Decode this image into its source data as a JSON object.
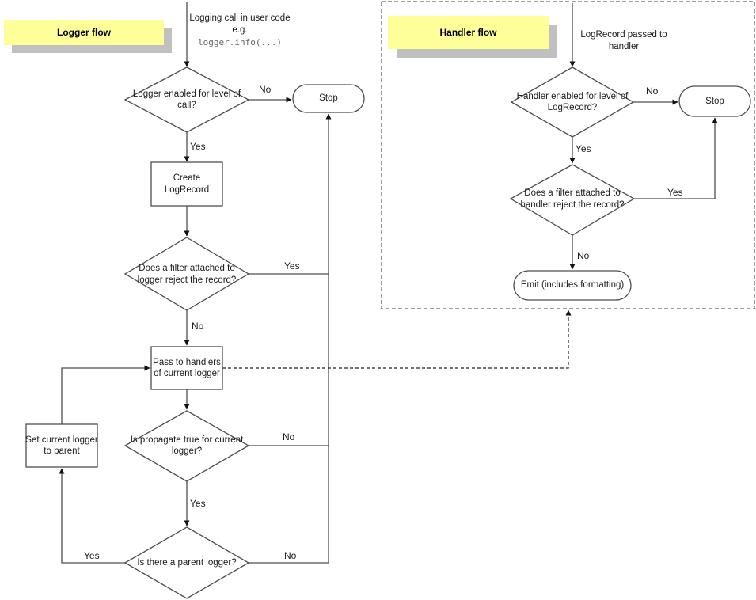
{
  "diagram": {
    "logger_flow": {
      "title": "Logger flow",
      "caption_text": "Logging call in user code",
      "caption_eg": "e.g.",
      "caption_code": "logger.info(...)",
      "nodes": {
        "enabled_q": "Logger enabled for level of call?",
        "stop": "Stop",
        "create_record": "Create LogRecord",
        "filter_q": "Does a filter attached to logger reject the record?",
        "pass_handlers": "Pass to handlers of current logger",
        "propagate_q": "Is propagate true for current logger?",
        "parent_q": "Is there a parent logger?",
        "set_current": "Set current logger to parent"
      },
      "edge_labels": {
        "enabled_no": "No",
        "enabled_yes": "Yes",
        "filter_yes": "Yes",
        "filter_no": "No",
        "propagate_no": "No",
        "propagate_yes": "Yes",
        "parent_yes": "Yes",
        "parent_no": "No"
      }
    },
    "handler_flow": {
      "title": "Handler flow",
      "caption_text": "LogRecord passed to handler",
      "nodes": {
        "enabled_q": "Handler enabled for level of LogRecord?",
        "stop": "Stop",
        "filter_q": "Does a filter attached to handler reject the record?",
        "emit": "Emit (includes formatting)"
      },
      "edge_labels": {
        "enabled_no": "No",
        "enabled_yes": "Yes",
        "filter_yes": "Yes",
        "filter_no": "No"
      }
    },
    "colors": {
      "sticky_fill": "#ffff99",
      "sticky_shadow": "#c0c0c0",
      "line": "#4d4d4d",
      "dashed_border": "#808080",
      "text": "#1a1a1a",
      "code_text": "#666666"
    }
  }
}
